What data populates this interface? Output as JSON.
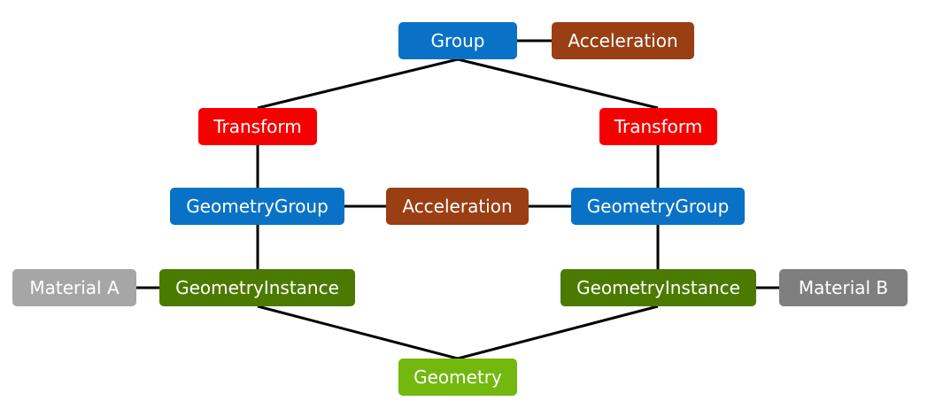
{
  "colors": {
    "group": "#0a72c6",
    "transform": "#f50000",
    "acceleration": "#9a3e14",
    "geometry_instance": "#4b7a00",
    "geometry": "#72b80e",
    "material_a": "#a6a6a6",
    "material_b": "#7f7f7f",
    "edge": "#000000"
  },
  "nodes": {
    "group": "Group",
    "acceleration_top": "Acceleration",
    "transform_left": "Transform",
    "transform_right": "Transform",
    "geometry_group_left": "GeometryGroup",
    "acceleration_middle": "Acceleration",
    "geometry_group_right": "GeometryGroup",
    "material_a": "Material A",
    "geometry_instance_left": "GeometryInstance",
    "geometry_instance_right": "GeometryInstance",
    "material_b": "Material B",
    "geometry": "Geometry"
  },
  "edges": [
    [
      "group",
      "acceleration_top"
    ],
    [
      "group",
      "transform_left"
    ],
    [
      "group",
      "transform_right"
    ],
    [
      "transform_left",
      "geometry_group_left"
    ],
    [
      "transform_right",
      "geometry_group_right"
    ],
    [
      "geometry_group_left",
      "acceleration_middle"
    ],
    [
      "acceleration_middle",
      "geometry_group_right"
    ],
    [
      "geometry_group_left",
      "geometry_instance_left"
    ],
    [
      "geometry_group_right",
      "geometry_instance_right"
    ],
    [
      "material_a",
      "geometry_instance_left"
    ],
    [
      "geometry_instance_right",
      "material_b"
    ],
    [
      "geometry_instance_left",
      "geometry"
    ],
    [
      "geometry_instance_right",
      "geometry"
    ]
  ]
}
